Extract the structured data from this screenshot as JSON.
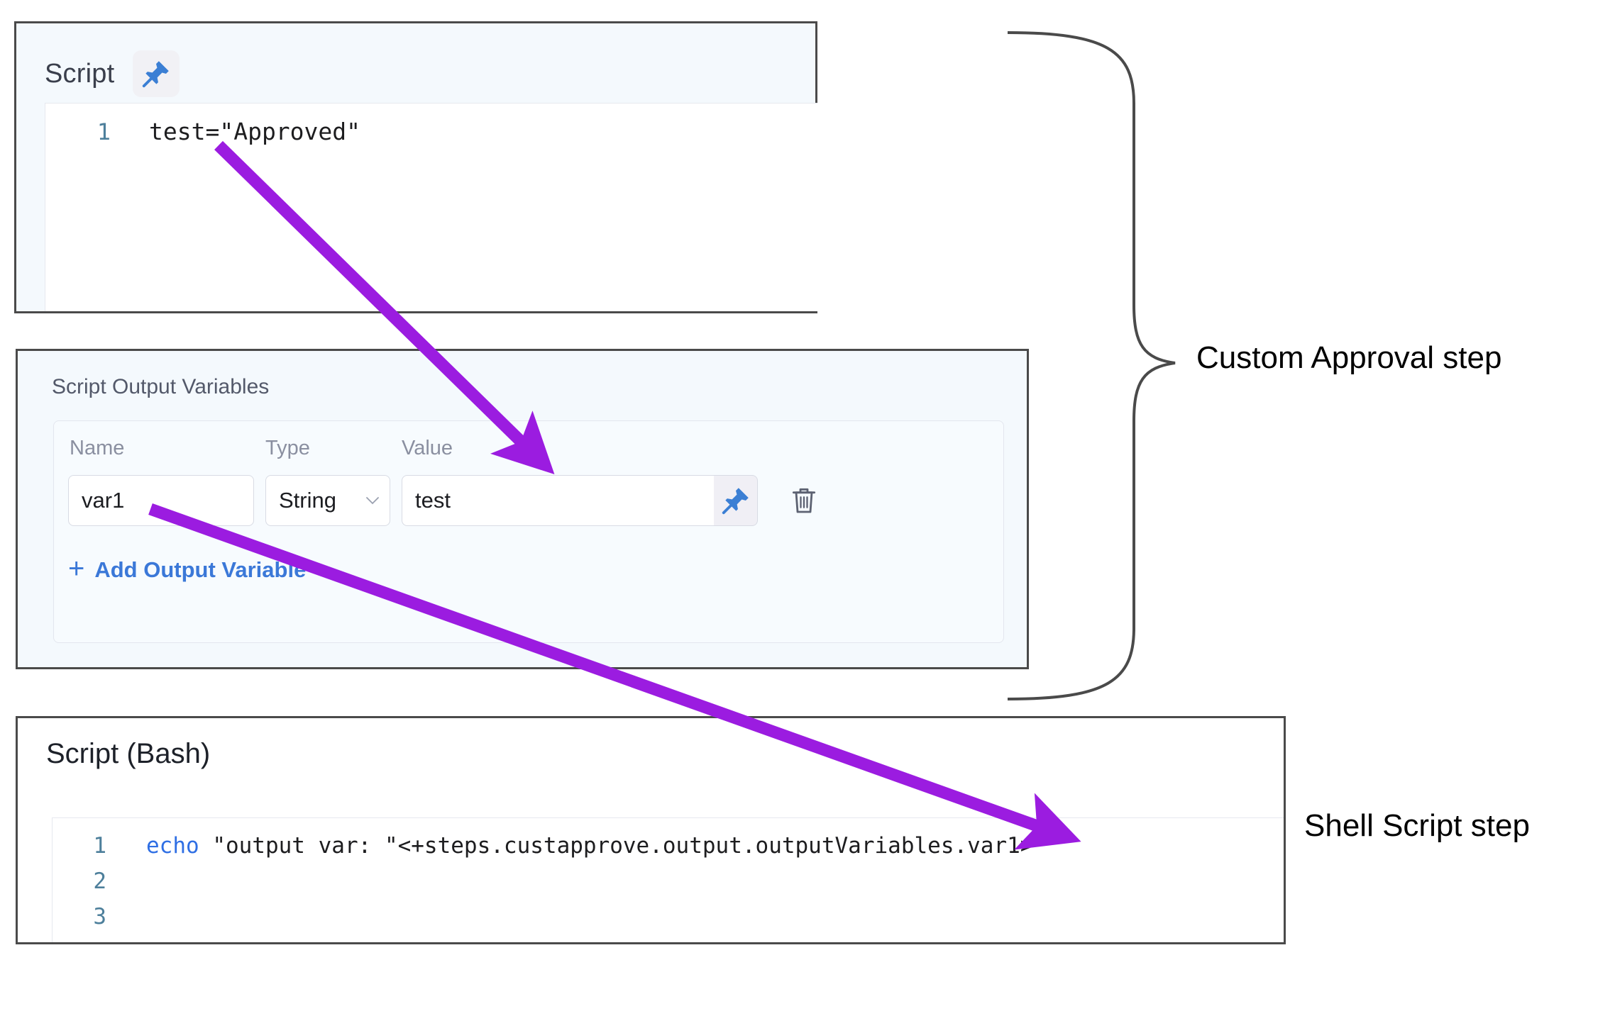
{
  "script_panel": {
    "title": "Script",
    "pin_icon": "pin-icon",
    "code": {
      "lines": [
        {
          "number": "1",
          "text": "test=\"Approved\""
        }
      ]
    }
  },
  "output_variables_panel": {
    "title": "Script Output Variables",
    "columns": {
      "name": "Name",
      "type": "Type",
      "value": "Value"
    },
    "rows": [
      {
        "name": "var1",
        "type": "String",
        "value": "test",
        "pin_icon": "pin-icon",
        "delete_icon": "trash-icon",
        "caret_icon": "chevron-down-icon"
      }
    ],
    "add_variable_label": "Add Output Variable",
    "add_variable_plus": "+"
  },
  "bash_panel": {
    "title": "Script (Bash)",
    "code": {
      "lines": [
        {
          "number": "1",
          "keyword": "echo",
          "rest": " \"output var: \"<+steps.custapprove.output.outputVariables.var1>"
        },
        {
          "number": "2",
          "keyword": "",
          "rest": ""
        },
        {
          "number": "3",
          "keyword": "",
          "rest": ""
        }
      ]
    }
  },
  "annotations": {
    "custom_approval_step": "Custom Approval step",
    "shell_script_step": "Shell Script step",
    "arrow_color": "#9b1ce0",
    "brace_color": "#4a4a4a"
  },
  "colors": {
    "panel_border": "#4a4a4a",
    "panel_background": "#f4f9fd",
    "link_blue": "#3b78d8",
    "pin_blue": "#3b7fd4",
    "line_number": "#4d7f9b",
    "keyword_blue": "#2f6fe4"
  }
}
